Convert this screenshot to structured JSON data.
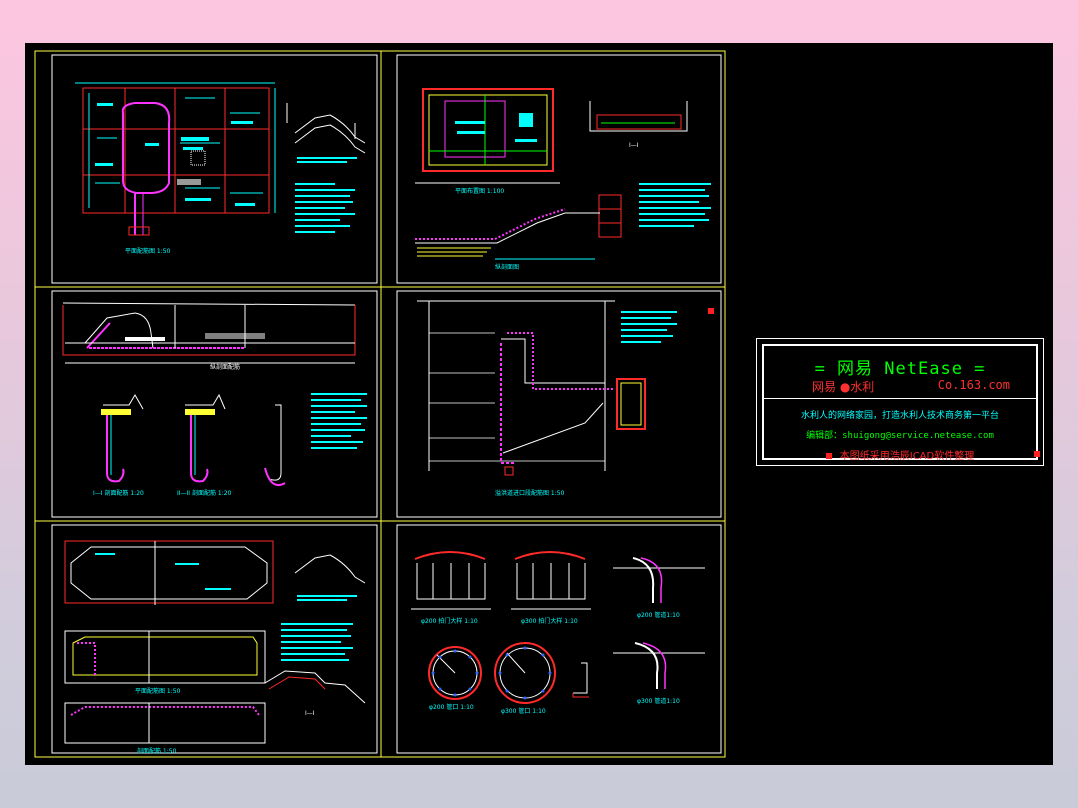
{
  "viewport": {
    "background": "#000000"
  },
  "colors": {
    "frame": "#ffff44",
    "cyan": "#00ffff",
    "red": "#ff2a2a",
    "magenta": "#ff33ff",
    "green": "#00ff00",
    "white": "#ffffff",
    "yellow": "#ffff33"
  },
  "title_block": {
    "title": "=  网易 NetEase  =",
    "brand_left": "网易 ●水利",
    "brand_right": "Co.163.com",
    "line1": "水利人的网络家园，打造水利人技术商务第一平台",
    "line2": "编辑部：shuigong@service.netease.com",
    "line3": "本图纸采用浩辰ICAD软件整理"
  },
  "icons": {
    "selection_grip": "red-square-grip"
  }
}
